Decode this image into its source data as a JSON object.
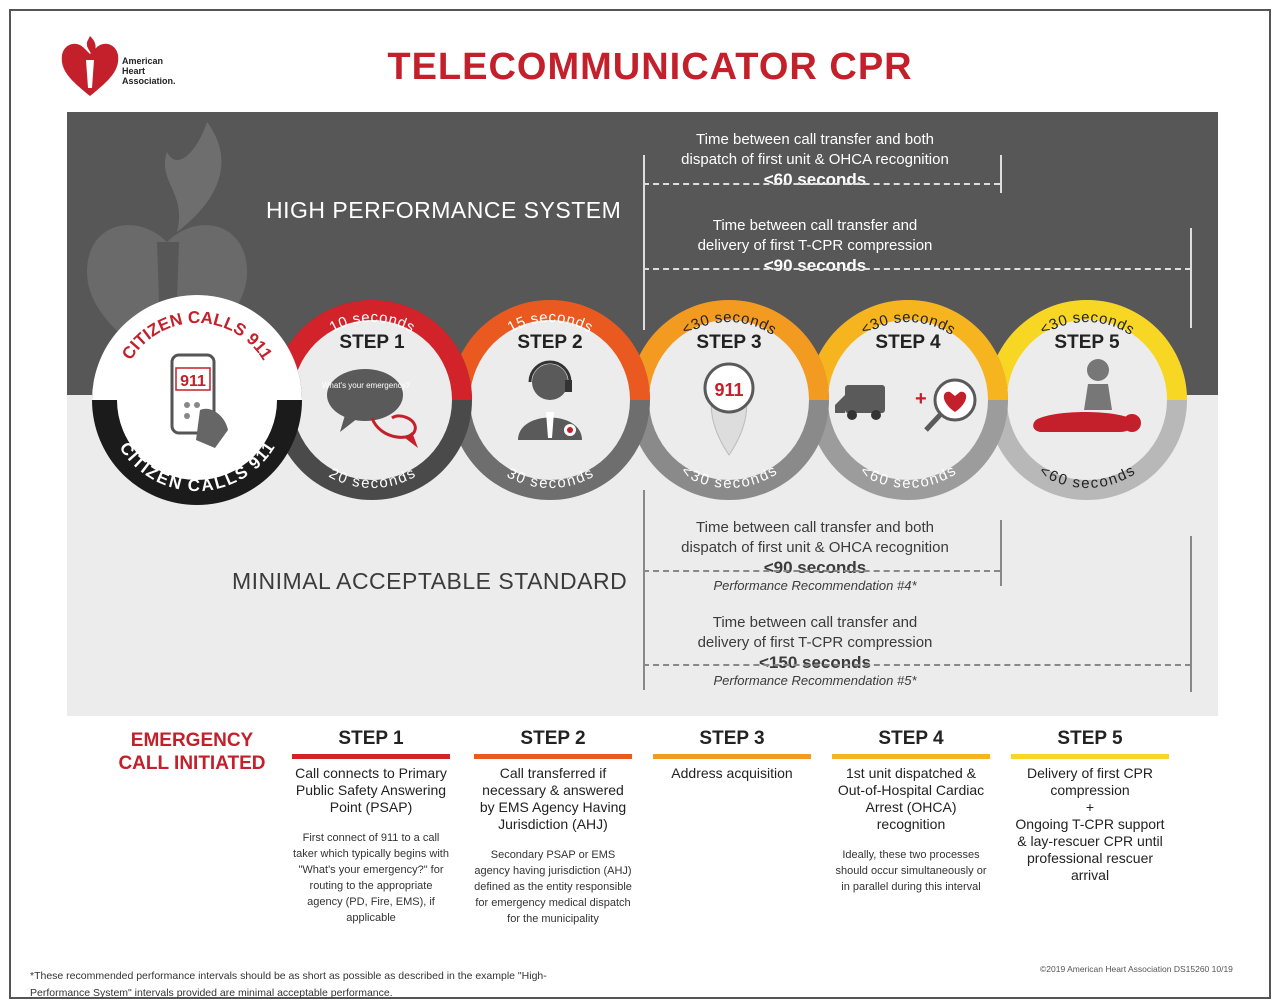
{
  "header": {
    "title": "TELECOMMUNICATOR CPR",
    "logo_text": "American\nHeart\nAssociation."
  },
  "colors": {
    "brand_red": "#c3202b",
    "step1": "#d2232a",
    "step2": "#ea5a20",
    "step3": "#f39a20",
    "step4": "#f6b51e",
    "step5": "#f7d723",
    "dark_gray": "#575757"
  },
  "high": {
    "heading": "HIGH PERFORMANCE SYSTEM",
    "interval1": {
      "text": "Time between call transfer and both\ndispatch of first unit & OHCA recognition",
      "value": "<60 seconds"
    },
    "interval2": {
      "text": "Time between call transfer and\ndelivery of first T-CPR compression",
      "value": "<90 seconds"
    }
  },
  "minimal": {
    "heading": "MINIMAL ACCEPTABLE STANDARD",
    "interval1": {
      "text": "Time between call transfer and both\ndispatch of first unit & OHCA recognition",
      "value": "<90 seconds",
      "ref": "Performance Recommendation #4*"
    },
    "interval2": {
      "text": "Time between call transfer and\ndelivery of first T-CPR compression",
      "value": "<150 seconds",
      "ref": "Performance Recommendation #5*"
    }
  },
  "citizen": {
    "top_text": "CITIZEN CALLS 911",
    "bottom_text": "CITIZEN CALLS 911",
    "phone_text": "911"
  },
  "steps": [
    {
      "label": "STEP 1",
      "top_time": "10 seconds",
      "bottom_time": "20 seconds",
      "bubble_text": "What's your emergency?",
      "icon": "speech-bubbles-icon"
    },
    {
      "label": "STEP 2",
      "top_time": "15 seconds",
      "bottom_time": "30 seconds",
      "icon": "dispatcher-headset-icon"
    },
    {
      "label": "STEP 3",
      "top_time": "<30 seconds",
      "bottom_time": "<30 seconds",
      "pin_text": "911",
      "icon": "location-pin-icon"
    },
    {
      "label": "STEP 4",
      "top_time": "<30 seconds",
      "bottom_time": "<60 seconds",
      "icon": "ambulance-heart-icon"
    },
    {
      "label": "STEP 5",
      "top_time": "<30 seconds",
      "bottom_time": "<60 seconds",
      "icon": "cpr-person-icon"
    }
  ],
  "bottom": {
    "emergency": "EMERGENCY CALL INITIATED",
    "steps": [
      {
        "label": "STEP 1",
        "desc": "Call connects to Primary Public Safety Answering Point (PSAP)",
        "note": "First connect of 911 to a call taker which typically begins with \"What's your emergency?\" for routing to the appropriate agency (PD, Fire, EMS), if applicable"
      },
      {
        "label": "STEP 2",
        "desc": "Call transferred if necessary & answered by EMS Agency Having Jurisdiction (AHJ)",
        "note": "Secondary PSAP or EMS agency having jurisdiction (AHJ) defined as the entity responsible for emergency medical dispatch for the municipality"
      },
      {
        "label": "STEP 3",
        "desc": "Address acquisition",
        "note": ""
      },
      {
        "label": "STEP 4",
        "desc": "1st unit dispatched & Out-of-Hospital Cardiac Arrest (OHCA) recognition",
        "note": "Ideally, these two processes should occur simultaneously or in parallel during this interval"
      },
      {
        "label": "STEP 5",
        "desc": "Delivery of first CPR compression\n+\nOngoing T-CPR support & lay-rescuer CPR until professional rescuer arrival",
        "note": ""
      }
    ]
  },
  "footnote": "*These recommended performance intervals should be as short as possible as described in the example \"High-Performance System\" intervals provided are minimal acceptable performance.",
  "copyright": "©2019 American Heart Association   DS15260 10/19"
}
